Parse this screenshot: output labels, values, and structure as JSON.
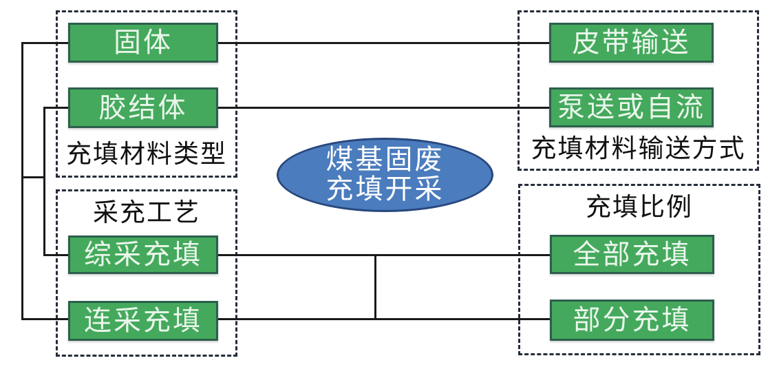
{
  "center_node": {
    "line1": "煤基固废",
    "line2": "充填开采"
  },
  "groups": {
    "material_type": {
      "label": "充填材料类型",
      "nodes": {
        "solid": "固体",
        "cemented": "胶结体"
      }
    },
    "conveying_method": {
      "label": "充填材料输送方式",
      "nodes": {
        "belt": "皮带输送",
        "pump_or_gravity": "泵送或自流"
      }
    },
    "mining_filling_process": {
      "label": "采充工艺",
      "nodes": {
        "fully_mechanized": "综采充填",
        "continuous": "连采充填"
      }
    },
    "filling_ratio": {
      "label": "充填比例",
      "nodes": {
        "full": "全部充填",
        "partial": "部分充填"
      }
    }
  },
  "colors": {
    "node_fill": "#44a95c",
    "node_border": "#2d5f4c",
    "node_text": "#eaf6ec",
    "group_border": "#252c3a",
    "group_label_text": "#111111",
    "ellipse_fill": "#4b7cbd",
    "ellipse_border": "#27477d",
    "ellipse_text": "#ffffff",
    "connector_line": "#1a1a1a",
    "background": "#ffffff"
  }
}
